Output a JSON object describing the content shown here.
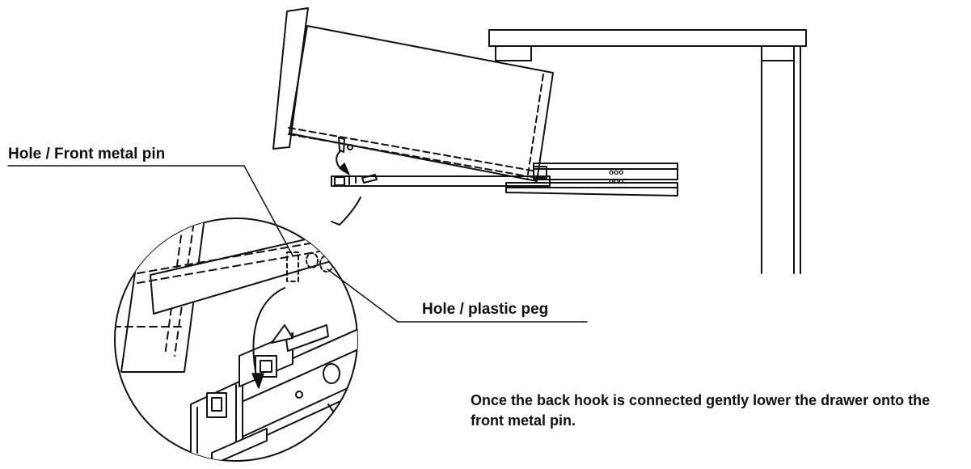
{
  "labels": {
    "front_pin": "Hole / Front metal pin",
    "plastic_peg": "Hole / plastic peg"
  },
  "instruction": "Once the back hook is connected gently lower the drawer onto the front metal pin.",
  "runner_holes": "ooo",
  "colors": {
    "ink": "#111111",
    "background": "#ffffff"
  }
}
